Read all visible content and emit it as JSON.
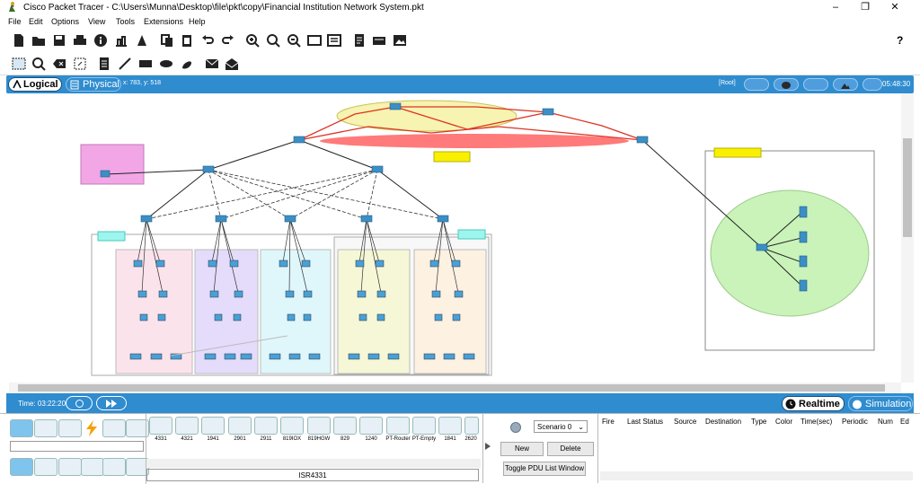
{
  "window": {
    "title": "Cisco Packet Tracer - C:\\Users\\Munna\\Desktop\\file\\pkt\\copy\\Financial Institution Network System.pkt",
    "minimize": "–",
    "maximize": "❐",
    "close": "✕"
  },
  "menu": [
    "File",
    "Edit",
    "Options",
    "View",
    "Tools",
    "Extensions",
    "Help"
  ],
  "toolbar": {
    "help": "?"
  },
  "workspace": {
    "logical": "Logical",
    "physical": "Physical",
    "coords": "x: 783, y: 518",
    "root": "[Root]",
    "clock": "05:48:30"
  },
  "statusbar": {
    "time": "Time: 03:22:20",
    "realtime": "Realtime",
    "simulation": "Simulation"
  },
  "devices": {
    "models": [
      "4331",
      "4321",
      "1941",
      "2901",
      "2911",
      "819IOX",
      "819HGW",
      "829",
      "1240",
      "PT-Router",
      "PT-Empty",
      "1841",
      "2620"
    ],
    "selected_model": "ISR4331"
  },
  "pdu": {
    "scenario": "Scenario 0",
    "new": "New",
    "delete": "Delete",
    "toggle": "Toggle PDU List Window",
    "columns": [
      "Fire",
      "Last Status",
      "Source",
      "Destination",
      "Type",
      "Color",
      "Time(sec)",
      "Periodic",
      "Num",
      "Ed"
    ]
  },
  "colors": {
    "accent": "#2f8ccf",
    "cloud_red": "#ff7a7a",
    "cloud_yellow": "#f7f3b0",
    "green_zone": "#c9f3b9",
    "pink_zone": "#f2a6e6"
  }
}
